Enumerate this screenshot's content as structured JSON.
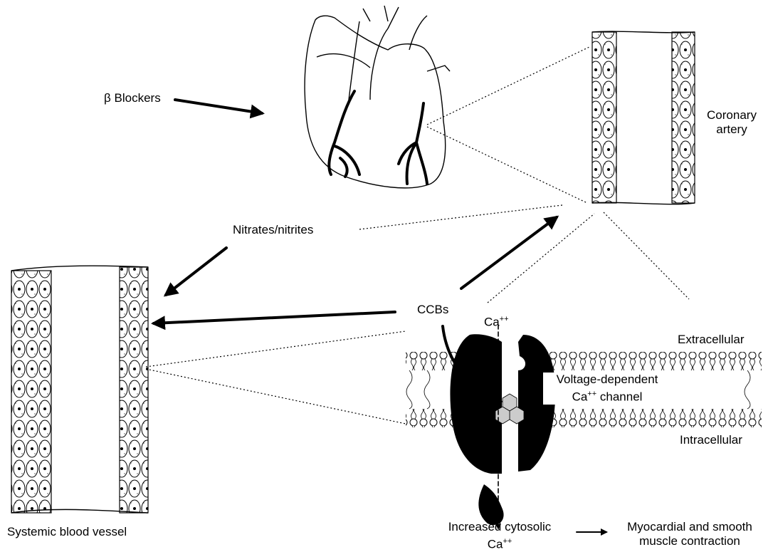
{
  "labels": {
    "beta_blockers": "β Blockers",
    "nitrates": "Nitrates/nitrites",
    "ccbs": "CCBs",
    "coronary_line1": "Coronary",
    "coronary_line2": "artery",
    "systemic_vessel": "Systemic blood vessel",
    "ca_top": "Ca",
    "ca_top_sup": "++",
    "extracellular": "Extracellular",
    "intracellular": "Intracellular",
    "channel_line1": "Voltage-dependent",
    "channel_line2_a": "Ca",
    "channel_line2_sup": "++",
    "channel_line2_b": " channel",
    "increased_line1": "Increased cytosolic",
    "increased_line2": "Ca",
    "increased_line2_sup": "++",
    "contraction_line1": "Myocardial and smooth",
    "contraction_line2": "muscle contraction"
  }
}
